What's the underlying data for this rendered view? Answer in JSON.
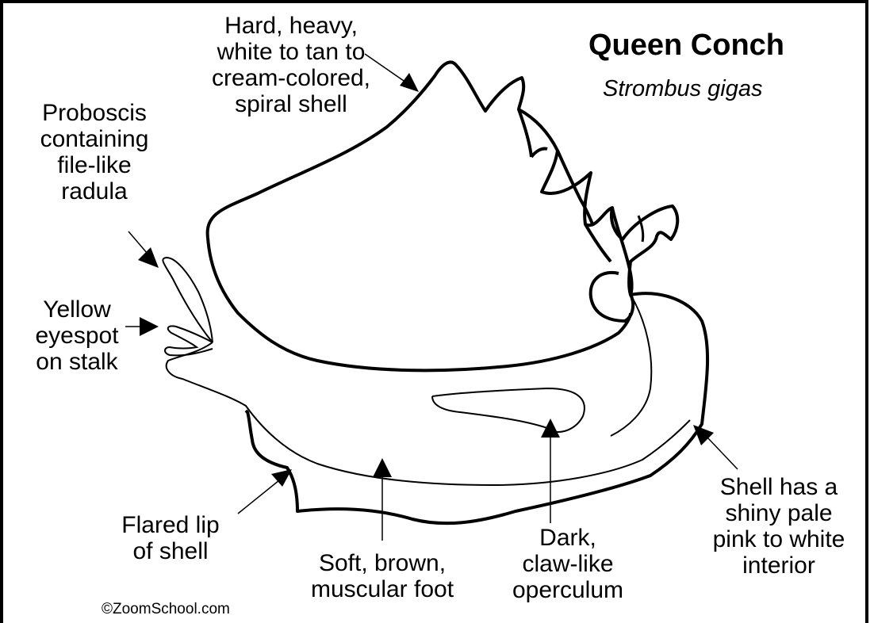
{
  "title": "Queen Conch",
  "subtitle": "Strombus gigas",
  "copyright": "©ZoomSchool.com",
  "labels": {
    "shell": "Hard, heavy,\nwhite to tan to\ncream-colored,\nspiral shell",
    "proboscis": "Proboscis\ncontaining\nfile-like\nradula",
    "eyespot": "Yellow\neyespot\non stalk",
    "lip": "Flared lip\nof shell",
    "foot": "Soft, brown,\nmuscular foot",
    "operculum": "Dark,\nclaw-like\noperculum",
    "interior": "Shell has a\nshiny pale\npink to white\ninterior"
  },
  "colors": {
    "ink": "#000000",
    "background": "#ffffff"
  }
}
